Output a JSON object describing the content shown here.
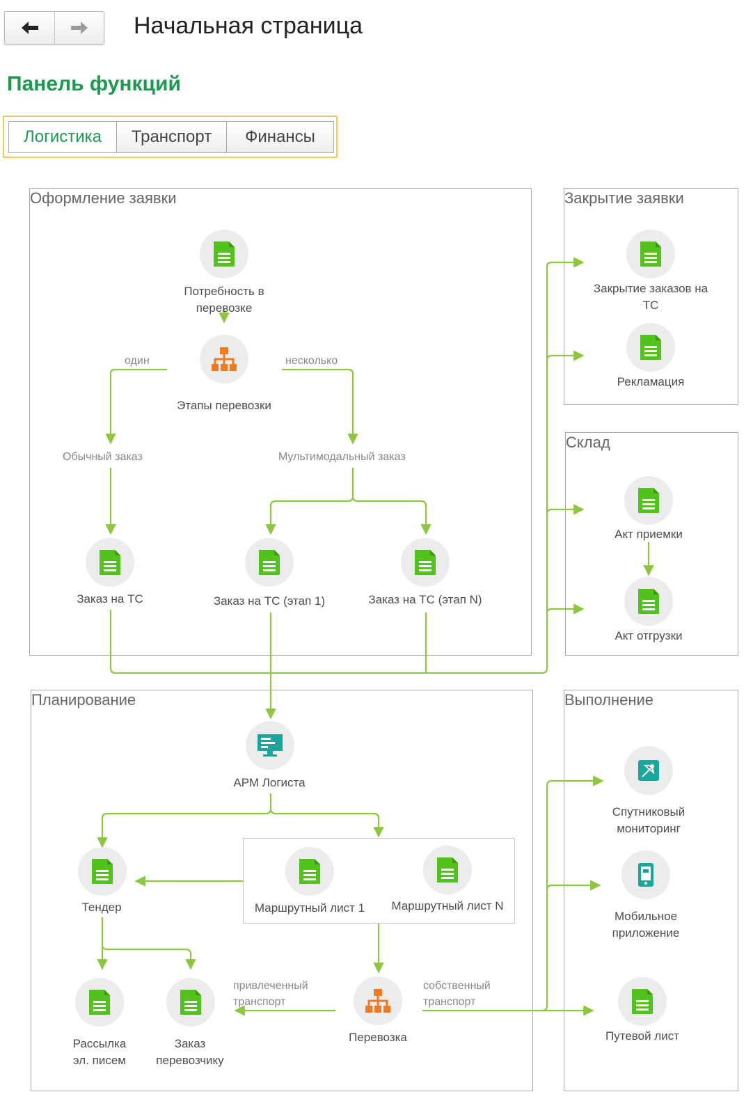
{
  "header": {
    "title": "Начальная страница",
    "back_icon": "arrow-left-icon",
    "forward_icon": "arrow-right-icon"
  },
  "panel": {
    "title": "Панель функций",
    "tabs": [
      {
        "label": "Логистика",
        "active": true
      },
      {
        "label": "Транспорт",
        "active": false
      },
      {
        "label": "Финансы",
        "active": false
      }
    ]
  },
  "colors": {
    "accent_green": "#1c9a4f",
    "flow_line": "#8dc63f",
    "doc_icon": "#52c21c",
    "process_icon": "#f07a1f",
    "workstation_icon": "#1aa69a",
    "tabs_highlight": "#f2c94c"
  },
  "groups": {
    "order": "Оформление заявки",
    "closing": "Закрытие заявки",
    "warehouse": "Склад",
    "planning": "Планирование",
    "execution": "Выполнение"
  },
  "nodes": {
    "need": {
      "label": "Потребность в\nперевозке",
      "icon": "document-icon"
    },
    "stages": {
      "label": "Этапы перевозки",
      "icon": "hierarchy-icon"
    },
    "order_tc": {
      "label": "Заказ на ТС",
      "icon": "document-icon"
    },
    "order_stage1": {
      "label": "Заказ на ТС (этап 1)",
      "icon": "document-icon"
    },
    "order_stageN": {
      "label": "Заказ на ТС (этап N)",
      "icon": "document-icon"
    },
    "close_orders": {
      "label": "Закрытие заказов на\nТС",
      "icon": "document-icon"
    },
    "claim": {
      "label": "Рекламация",
      "icon": "document-icon"
    },
    "accept_act": {
      "label": "Акт приемки",
      "icon": "document-icon"
    },
    "ship_act": {
      "label": "Акт отгрузки",
      "icon": "document-icon"
    },
    "arm": {
      "label": "АРМ Логиста",
      "icon": "monitor-icon"
    },
    "tender": {
      "label": "Тендер",
      "icon": "document-icon"
    },
    "route1": {
      "label": "Маршрутный лист 1",
      "icon": "document-icon"
    },
    "routeN": {
      "label": "Маршрутный лист N",
      "icon": "document-icon"
    },
    "mailing": {
      "label": "Рассылка\nэл. писем",
      "icon": "document-icon"
    },
    "carrier_order": {
      "label": "Заказ\nперевозчику",
      "icon": "document-icon"
    },
    "transport": {
      "label": "Перевозка",
      "icon": "hierarchy-icon"
    },
    "satellite": {
      "label": "Спутниковый\nмониторинг",
      "icon": "satellite-icon"
    },
    "mobile": {
      "label": "Мобильное\nприложение",
      "icon": "mobile-icon"
    },
    "waybill": {
      "label": "Путевой лист",
      "icon": "document-icon"
    }
  },
  "edge_labels": {
    "one": "один",
    "several": "несколько",
    "regular": "Обычный заказ",
    "multimodal": "Мультимодальный заказ",
    "hired": "привлеченный\nтранспорт",
    "own": "собственный\nтранспорт"
  }
}
